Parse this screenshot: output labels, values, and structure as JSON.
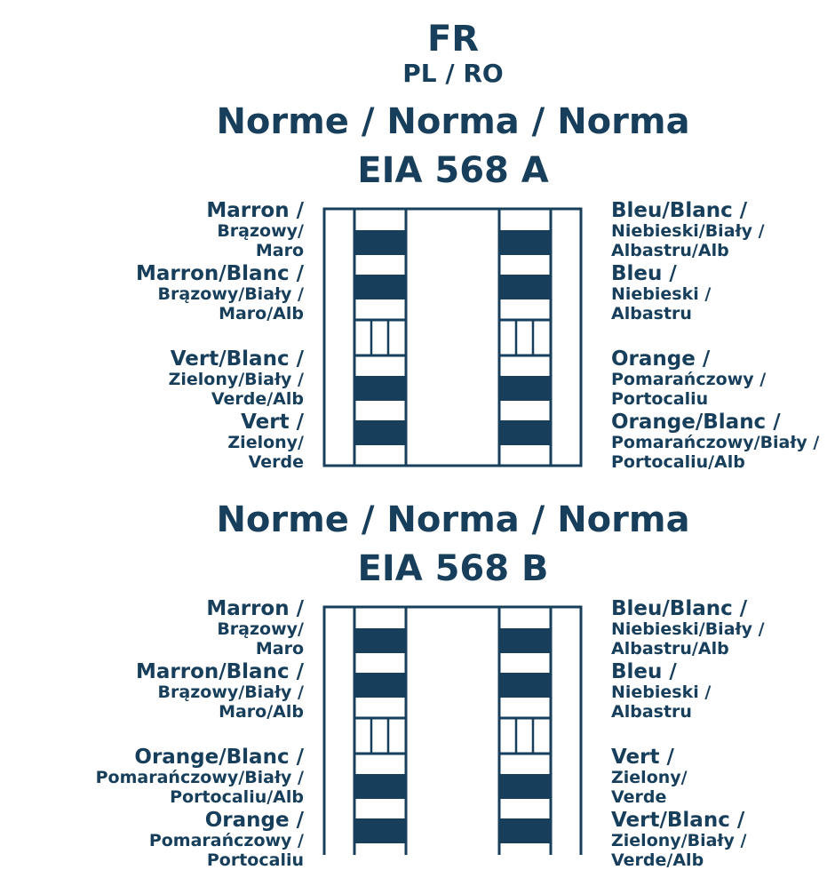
{
  "header": {
    "main_lang": "FR",
    "sub_langs": "PL / RO"
  },
  "colors": {
    "primary": "#173e5a",
    "background": "#ffffff"
  },
  "diagram_a": {
    "title_line1": "Norme / Norma / Norma",
    "title_line2": "EIA 568 A",
    "left_labels": [
      {
        "line1": "Marron /",
        "line2": "Brązowy/",
        "line3": "Maro"
      },
      {
        "line1": "Marron/Blanc /",
        "line2": "Brązowy/Biały /",
        "line3": "Maro/Alb"
      },
      {
        "line1": "Vert/Blanc /",
        "line2": "Zielony/Biały /",
        "line3": "Verde/Alb"
      },
      {
        "line1": "Vert /",
        "line2": "Zielony/",
        "line3": "Verde"
      }
    ],
    "right_labels": [
      {
        "line1": "Bleu/Blanc /",
        "line2": "Niebieski/Biały /",
        "line3": "Albastru/Alb"
      },
      {
        "line1": "Bleu /",
        "line2": "Niebieski /",
        "line3": "Albastru"
      },
      {
        "line1": "Orange /",
        "line2": "Pomarańczowy /",
        "line3": "Portocaliu"
      },
      {
        "line1": "Orange/Blanc /",
        "line2": "Pomarańczowy/Biały /",
        "line3": "Portocaliu/Alb"
      }
    ]
  },
  "diagram_b": {
    "title_line1": "Norme / Norma / Norma",
    "title_line2": "EIA 568 B",
    "left_labels": [
      {
        "line1": "Marron /",
        "line2": "Brązowy/",
        "line3": "Maro"
      },
      {
        "line1": "Marron/Blanc /",
        "line2": "Brązowy/Biały /",
        "line3": "Maro/Alb"
      },
      {
        "line1": "Orange/Blanc /",
        "line2": "Pomarańczowy/Biały /",
        "line3": "Portocaliu/Alb"
      },
      {
        "line1": "Orange /",
        "line2": "Pomarańczowy /",
        "line3": "Portocaliu"
      }
    ],
    "right_labels": [
      {
        "line1": "Bleu/Blanc /",
        "line2": "Niebieski/Biały /",
        "line3": "Albastru/Alb"
      },
      {
        "line1": "Bleu /",
        "line2": "Niebieski /",
        "line3": "Albastru"
      },
      {
        "line1": "Vert /",
        "line2": "Zielony/",
        "line3": "Verde"
      },
      {
        "line1": "Vert/Blanc /",
        "line2": "Zielony/Biały /",
        "line3": "Verde/Alb"
      }
    ]
  }
}
